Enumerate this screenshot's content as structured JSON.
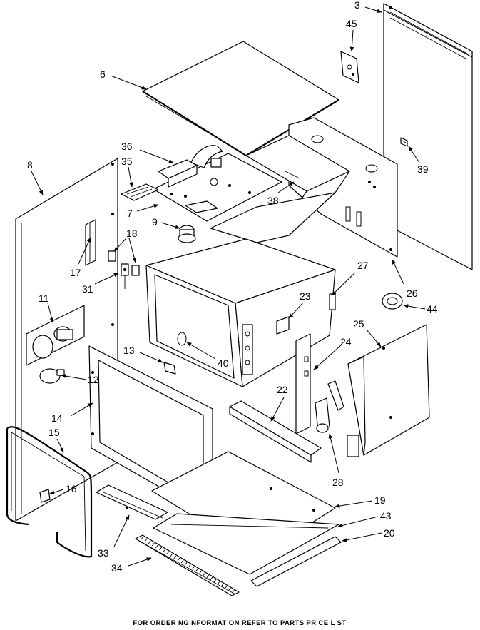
{
  "callouts": [
    {
      "id": "3",
      "text": "3"
    },
    {
      "id": "45",
      "text": "45"
    },
    {
      "id": "6",
      "text": "6"
    },
    {
      "id": "36",
      "text": "36"
    },
    {
      "id": "35",
      "text": "35"
    },
    {
      "id": "8",
      "text": "8"
    },
    {
      "id": "39",
      "text": "39"
    },
    {
      "id": "38",
      "text": "38"
    },
    {
      "id": "7",
      "text": "7"
    },
    {
      "id": "9",
      "text": "9"
    },
    {
      "id": "18",
      "text": "18"
    },
    {
      "id": "17",
      "text": "17"
    },
    {
      "id": "31",
      "text": "31"
    },
    {
      "id": "27",
      "text": "27"
    },
    {
      "id": "26",
      "text": "26"
    },
    {
      "id": "11",
      "text": "11"
    },
    {
      "id": "23",
      "text": "23"
    },
    {
      "id": "44",
      "text": "44"
    },
    {
      "id": "25",
      "text": "25"
    },
    {
      "id": "24",
      "text": "24"
    },
    {
      "id": "13",
      "text": "13"
    },
    {
      "id": "40",
      "text": "40"
    },
    {
      "id": "12",
      "text": "12"
    },
    {
      "id": "22",
      "text": "22"
    },
    {
      "id": "14",
      "text": "14"
    },
    {
      "id": "15",
      "text": "15"
    },
    {
      "id": "16",
      "text": "16"
    },
    {
      "id": "28",
      "text": "28"
    },
    {
      "id": "19",
      "text": "19"
    },
    {
      "id": "43",
      "text": "43"
    },
    {
      "id": "33",
      "text": "33"
    },
    {
      "id": "20",
      "text": "20"
    },
    {
      "id": "34",
      "text": "34"
    }
  ],
  "footer": "FOR ORDER NG NFORMAT ON REFER TO PARTS PR CE L ST"
}
